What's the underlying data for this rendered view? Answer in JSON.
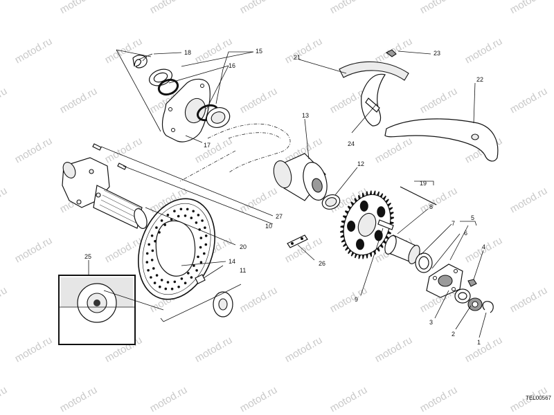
{
  "diagram": {
    "drawing_code": "TEL00567",
    "watermark_text": "motod.ru",
    "callouts": {
      "c1": "1",
      "c2": "2",
      "c3": "3",
      "c4": "4",
      "c5": "5",
      "c6": "6",
      "c7": "7",
      "c8": "8",
      "c9": "9",
      "c10": "10",
      "c11": "11",
      "c12": "12",
      "c13": "13",
      "c14": "14",
      "c15": "15",
      "c16": "16",
      "c17": "17",
      "c18": "18",
      "c19": "19",
      "c20": "20",
      "c21": "21",
      "c22": "22",
      "c23": "23",
      "c24": "24",
      "c25": "25",
      "c26": "26",
      "c27": "27"
    }
  }
}
